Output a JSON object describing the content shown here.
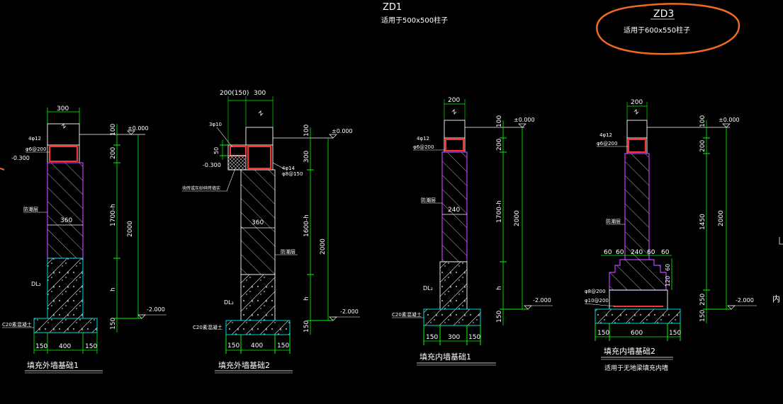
{
  "header": {
    "zd1_title": "ZD1",
    "zd1_note": "适用于500x500柱子",
    "zd3_title": "ZD3",
    "zd3_note": "适用于600x550柱子"
  },
  "detail1": {
    "caption": "填充外墙基础1",
    "dim_top": "300",
    "dim_360": "360",
    "dim_100": "100",
    "dim_200": "200",
    "dim_1700h": "1700-h",
    "dim_2000": "2000",
    "dim_h": "h",
    "dim_150": "150",
    "elev_top": "±0.000",
    "elev_bottom": "-2.000",
    "elev_beam": "-0.300",
    "rebar_main": "4φ12",
    "rebar_stirrup": "φ6@200",
    "label_layer": "防潮层",
    "label_dl": "DL₂",
    "label_c20": "C20素混凝土",
    "base_l": "150",
    "base_m": "400",
    "base_r": "150"
  },
  "detail2": {
    "caption": "填充外墙基础2",
    "dim_top_l": "200(150)",
    "dim_top_r": "300",
    "dim_360": "360",
    "dim_100": "100",
    "dim_300": "300",
    "dim_50": "50",
    "dim_1600h": "1600-h",
    "dim_2000": "2000",
    "dim_h": "h",
    "dim_150": "150",
    "elev_top": "±0.000",
    "elev_bottom": "-2.000",
    "elev_beam": "-0.300",
    "rebar_3": "3φ10",
    "rebar_main": "4φ14",
    "rebar_stirrup": "φ8@150",
    "label_rubble": "块砖或灰砂碎砖填实",
    "label_layer": "防潮层",
    "label_dl": "DL₂",
    "label_c20": "C20素混凝土",
    "base_l": "150",
    "base_m": "400",
    "base_r": "150"
  },
  "detail3": {
    "caption": "填充内墙基础1",
    "dim_top": "200",
    "dim_240": "240",
    "dim_100": "100",
    "dim_200": "200",
    "dim_1700h": "1700-h",
    "dim_2000": "2000",
    "dim_h": "h",
    "dim_150": "150",
    "elev_top": "±0.000",
    "elev_bottom": "-2.000",
    "rebar_main": "4φ12",
    "rebar_stirrup": "φ6@200",
    "label_layer": "防潮层",
    "label_dl": "DL₂",
    "label_c20": "C20素混凝土",
    "base_l": "150",
    "base_m": "300",
    "base_r": "150"
  },
  "detail4": {
    "caption": "填充内墙基础2",
    "note": "适用于无地梁填充内墙",
    "dim_top": "200",
    "dim_100": "100",
    "dim_200": "200",
    "dim_1450": "1450",
    "dim_2000": "2000",
    "dim_250": "250",
    "dim_150": "150",
    "dim_60a": "60",
    "dim_60b": "60",
    "dim_240": "240",
    "dim_60c": "60",
    "dim_60d": "60",
    "dim_60v": "60",
    "dim_120v": "120",
    "elev_top": "±0.000",
    "elev_bottom": "-2.000",
    "rebar_main": "4φ12",
    "rebar_stirrup": "φ6@200",
    "rebar_bot1": "φ8@200",
    "rebar_bot2": "φ10@200",
    "label_layer": "防潮层",
    "base_l": "150",
    "base_m": "600",
    "base_r": "150"
  },
  "edge": {
    "label_right": "内"
  }
}
